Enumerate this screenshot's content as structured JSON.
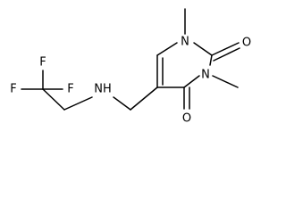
{
  "molecule": {
    "atoms": {
      "f_top": "F",
      "f_left": "F",
      "f_right": "F",
      "nh": "NH",
      "n1": "N",
      "n3": "N",
      "o2": "O",
      "o4": "O"
    }
  }
}
